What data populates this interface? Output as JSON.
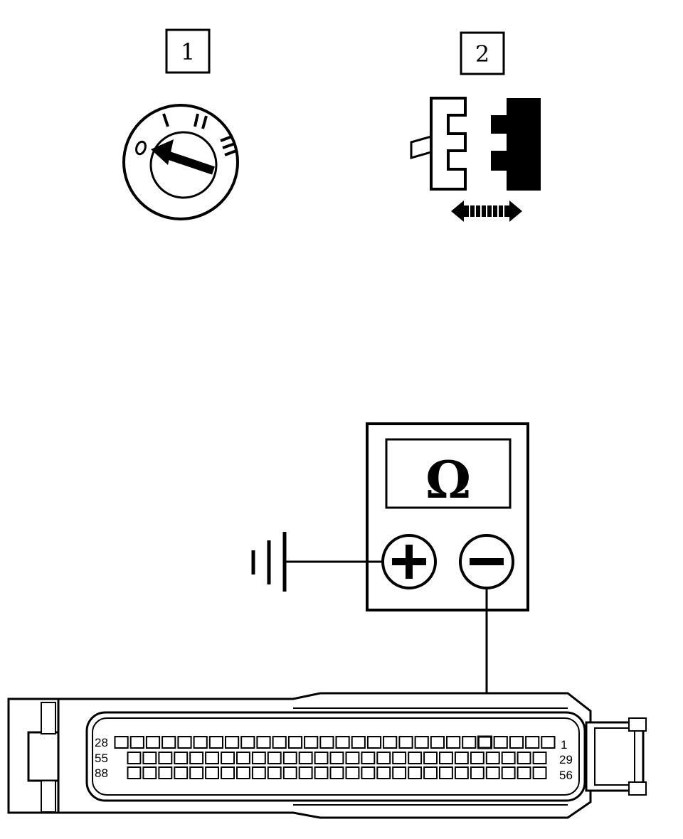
{
  "step_labels": {
    "step1": "1",
    "step2": "2"
  },
  "ignition_switch": {
    "positions": [
      "0",
      "I",
      "II",
      "III"
    ],
    "selected_position": "0"
  },
  "connector_action": "disconnect",
  "meter": {
    "unit_symbol": "Ω",
    "plus_symbol": "+",
    "minus_symbol": "−"
  },
  "ecu_connector": {
    "row1": {
      "left_pin": "28",
      "right_pin": "1",
      "cells": 28
    },
    "row2": {
      "left_pin": "55",
      "right_pin": "29",
      "cells": 27
    },
    "row3": {
      "left_pin": "88",
      "right_pin": "56",
      "cells": 27
    },
    "probe_row": 1,
    "probe_cell_from_right": 5
  },
  "colors": {
    "line": "#000000",
    "background": "#ffffff"
  }
}
